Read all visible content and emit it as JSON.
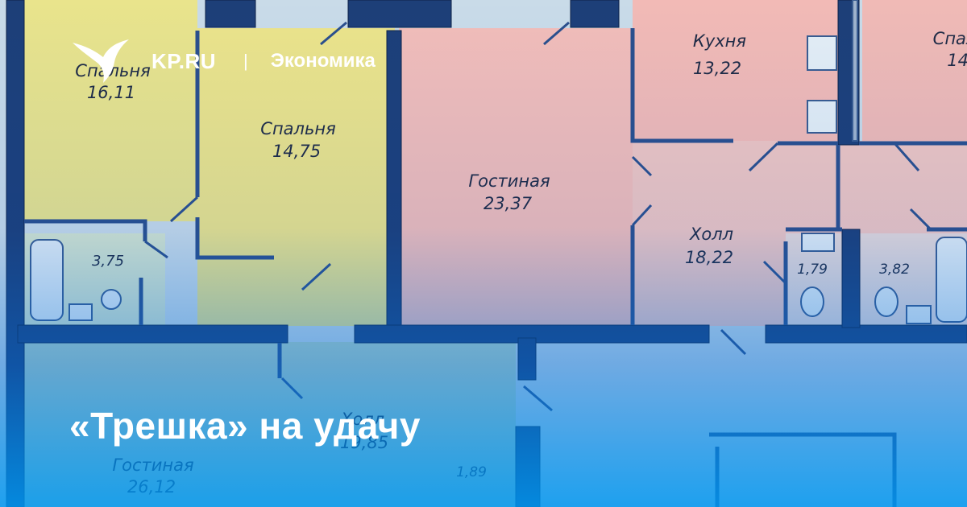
{
  "header": {
    "brand": "KP.RU",
    "separator": "|",
    "section": "Экономика",
    "logo_icon": "bird-logo-icon"
  },
  "headline": "«Трешка» на удачу",
  "floorplan": {
    "rooms": [
      {
        "name": "Спальня",
        "area": "16,11"
      },
      {
        "name": "Спальня",
        "area": "14,75"
      },
      {
        "name": "Гостиная",
        "area": "23,37"
      },
      {
        "name": "Кухня",
        "area": "13,22"
      },
      {
        "name": "Спал",
        "area": "14,"
      },
      {
        "name": "Холл",
        "area": "18,22"
      },
      {
        "name": "",
        "area": "3,75"
      },
      {
        "name": "",
        "area": "1,79"
      },
      {
        "name": "",
        "area": "3,82"
      },
      {
        "name": "Холл",
        "area": "19,85"
      },
      {
        "name": "Гостиная",
        "area": "26,12"
      },
      {
        "name": "",
        "area": "1,89"
      }
    ]
  },
  "colors": {
    "wall": "#1d3f78",
    "bedroom": "#e9e28a",
    "living": "#f0b9b7",
    "bath": "#cfe3ee",
    "overlay_bottom": "#1a8ff0"
  }
}
